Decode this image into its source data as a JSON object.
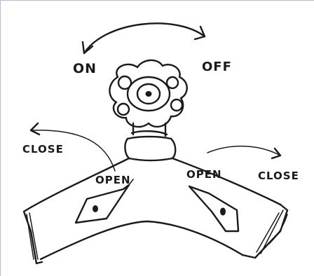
{
  "labels": {
    "on": "ON",
    "off": "OFF",
    "close_left": "CLOSE",
    "close_right": "CLOSE",
    "open_left": "OPEN",
    "open_right": "OPEN"
  },
  "colors": {
    "ink": "#1a1a1a",
    "paper": "#ffffff",
    "frame": "#b7b7df"
  },
  "icons": {
    "knob": "valve-knob-icon",
    "rotation_arrow": "curved-double-arrow-icon"
  }
}
